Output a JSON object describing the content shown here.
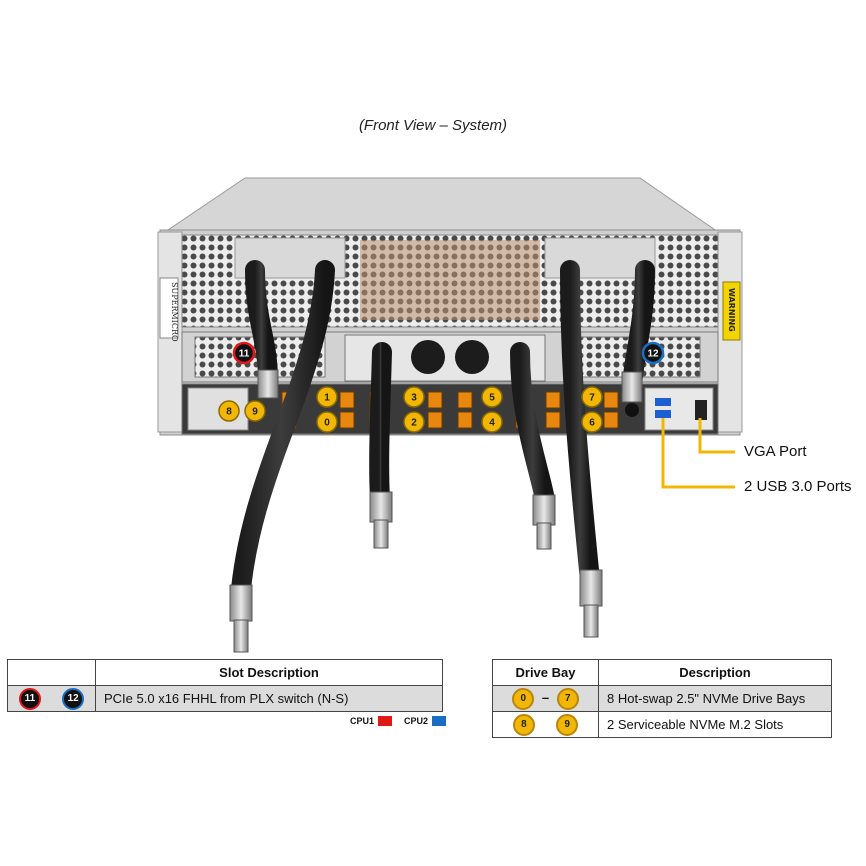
{
  "caption": "(Front View – System)",
  "brand": "SUPERMICRO",
  "warning": "WARNING",
  "callouts": {
    "vga": "VGA Port",
    "usb": "2 USB 3.0 Ports"
  },
  "slot_markers": [
    "11",
    "12"
  ],
  "bay_markers": [
    "0",
    "1",
    "2",
    "3",
    "4",
    "5",
    "6",
    "7"
  ],
  "m2_markers": [
    "8",
    "9"
  ],
  "slot_table": {
    "headers": [
      "",
      "Slot Description"
    ],
    "rows": [
      {
        "badges": [
          "11",
          "12"
        ],
        "description": "PCIe 5.0 x16 FHHL from PLX switch (N-S)"
      }
    ]
  },
  "cpu_legend": {
    "cpu1": "CPU1",
    "cpu2": "CPU2",
    "cpu1_color": "#e01818",
    "cpu2_color": "#1a6dc2"
  },
  "bay_table": {
    "headers": [
      "Drive Bay",
      "Description"
    ],
    "rows": [
      {
        "from": "0",
        "to": "7",
        "separator": "–",
        "description": "8 Hot-swap 2.5\" NVMe Drive Bays"
      },
      {
        "from": "8",
        "to": "9",
        "separator": "",
        "description": "2 Serviceable NVMe M.2 Slots"
      }
    ]
  },
  "colors": {
    "bay_badge": "#f2b705",
    "callout_line": "#f2b705",
    "chassis": "#cfcfcf"
  }
}
